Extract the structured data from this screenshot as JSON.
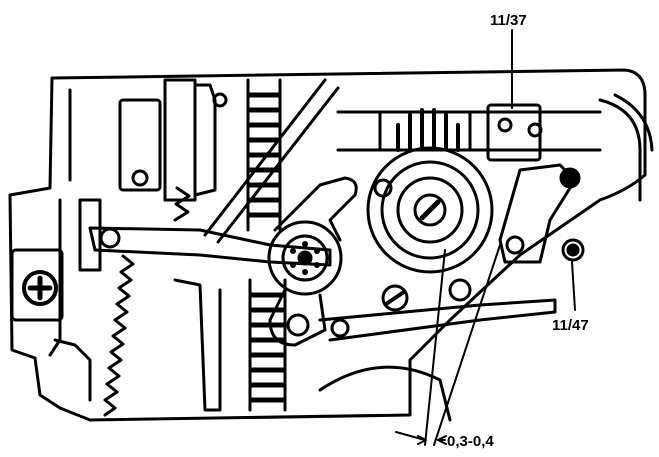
{
  "callouts": {
    "part_top": "11/37",
    "part_right": "11/47",
    "gap_setting": "0,3-0,4"
  },
  "colors": {
    "ink": "#000000",
    "paper": "#ffffff"
  }
}
